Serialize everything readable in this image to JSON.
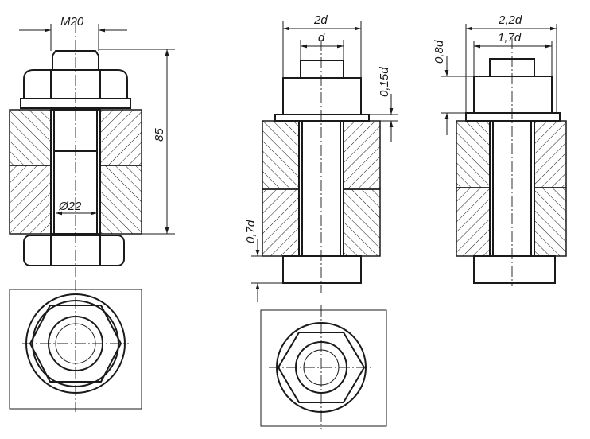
{
  "diagram": {
    "left_view": {
      "thread_label": "M20",
      "height_label": "85",
      "hole_label": "Ø22"
    },
    "middle_view": {
      "width_label": "2d",
      "bolt_label": "d",
      "washer_label": "0,15d",
      "protrusion_label": "0,7d"
    },
    "right_view": {
      "width_label": "2,2d",
      "inner_label": "1,7d",
      "nut_label": "0,8d"
    }
  }
}
